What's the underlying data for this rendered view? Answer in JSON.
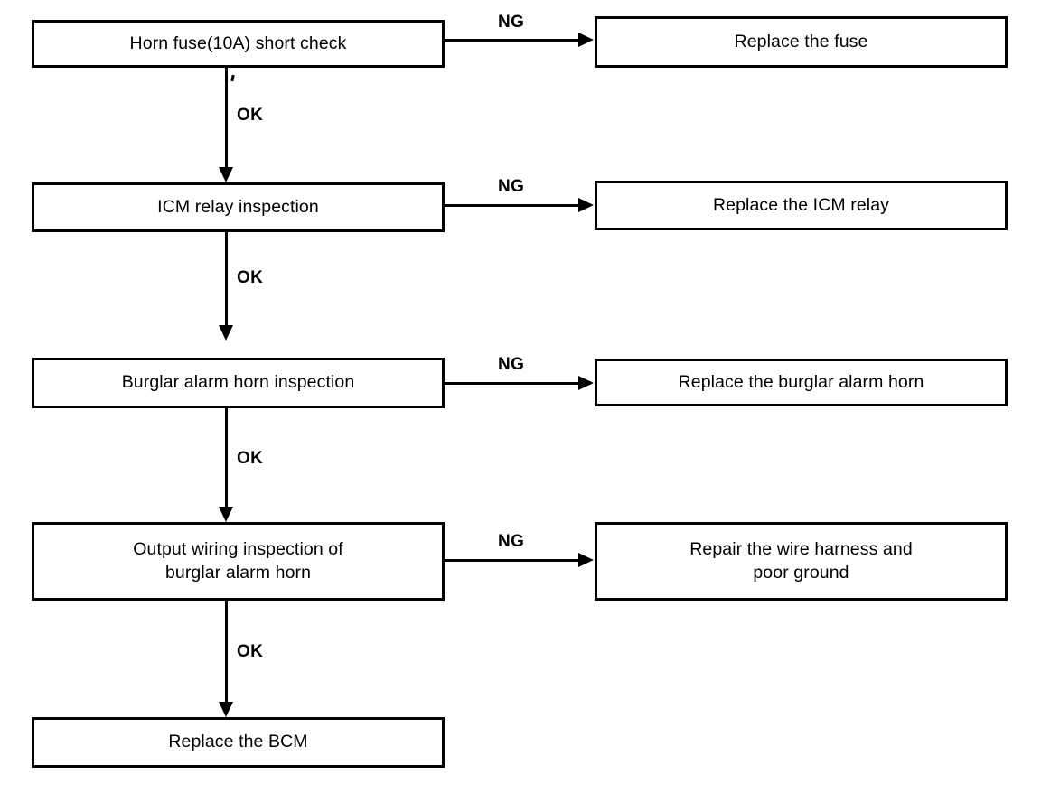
{
  "diagram": {
    "type": "troubleshooting-flowchart",
    "orientation": "top-to-bottom",
    "pass_label": "OK",
    "fail_label": "NG",
    "steps": [
      {
        "id": "step-1",
        "check": "Horn fuse(10A) short check",
        "fail_action": "Replace the fuse",
        "fail_label": "NG",
        "pass_label": "OK"
      },
      {
        "id": "step-2",
        "check": "ICM relay inspection",
        "fail_action": "Replace the ICM relay",
        "fail_label": "NG",
        "pass_label": "OK"
      },
      {
        "id": "step-3",
        "check": "Burglar alarm horn inspection",
        "fail_action": "Replace the burglar alarm horn",
        "fail_label": "NG",
        "pass_label": "OK"
      },
      {
        "id": "step-4",
        "check": "Output wiring inspection of\nburglar alarm horn",
        "fail_action": "Repair the wire harness and\npoor ground",
        "fail_label": "NG",
        "pass_label": "OK"
      }
    ],
    "terminal": {
      "id": "step-5",
      "label": "Replace the BCM"
    },
    "colors": {
      "ink": "#000000",
      "paper": "#ffffff"
    }
  }
}
